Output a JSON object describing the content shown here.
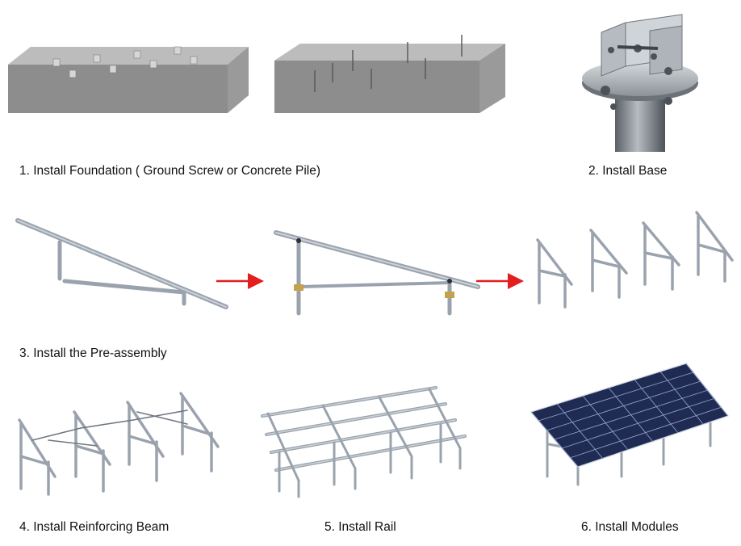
{
  "steps": [
    {
      "number": 1,
      "label": "1. Install Foundation ( Ground Screw or Concrete Pile)"
    },
    {
      "number": 2,
      "label": "2. Install Base"
    },
    {
      "number": 3,
      "label": "3. Install the Pre-assembly"
    },
    {
      "number": 4,
      "label": "4. Install Reinforcing Beam"
    },
    {
      "number": 5,
      "label": "5. Install Rail"
    },
    {
      "number": 6,
      "label": "6. Install Modules"
    }
  ],
  "colors": {
    "foundation_top": "#bcbcbc",
    "foundation_front": "#8d8d8d",
    "foundation_side": "#a4a4a4",
    "frame": "#9aa3ad",
    "frame_dark": "#6f7780",
    "bracket": "#c4a24a",
    "arrow": "#e31e1e",
    "panel": "#1f2b52",
    "panel_grid": "#8fa0c8"
  },
  "icons": [
    "arrow-right-icon",
    "arrow-right-icon"
  ]
}
